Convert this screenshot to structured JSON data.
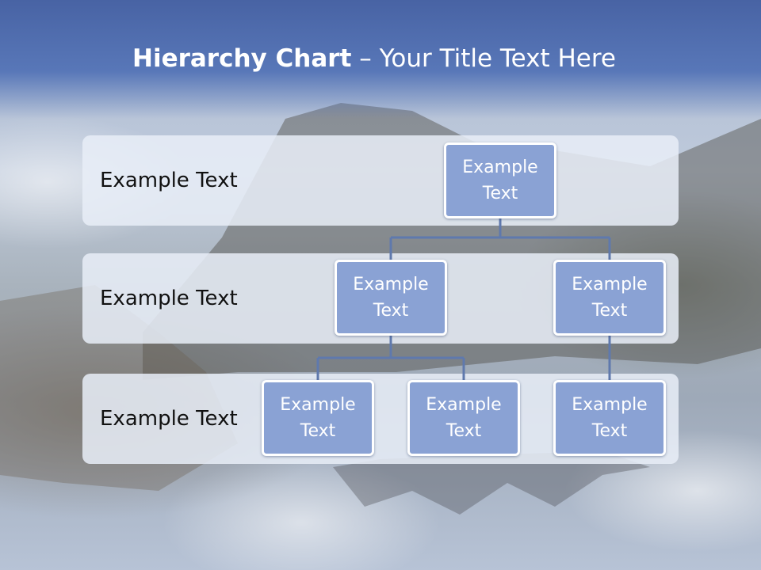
{
  "title": {
    "bold": "Hierarchy Chart",
    "rest": " – Your Title Text Here"
  },
  "levels": [
    {
      "label": "Example Text"
    },
    {
      "label": "Example Text"
    },
    {
      "label": "Example Text"
    }
  ],
  "nodes": {
    "root": "Example Text",
    "child_left": "Example Text",
    "child_right": "Example Text",
    "grandchild_1": "Example Text",
    "grandchild_2": "Example Text",
    "grandchild_3": "Example Text"
  },
  "colors": {
    "header": "#4863a4",
    "node_fill": "#8aa2d4",
    "node_border": "#ffffff",
    "connector": "#5f79ad",
    "band": "#e8edf7"
  }
}
